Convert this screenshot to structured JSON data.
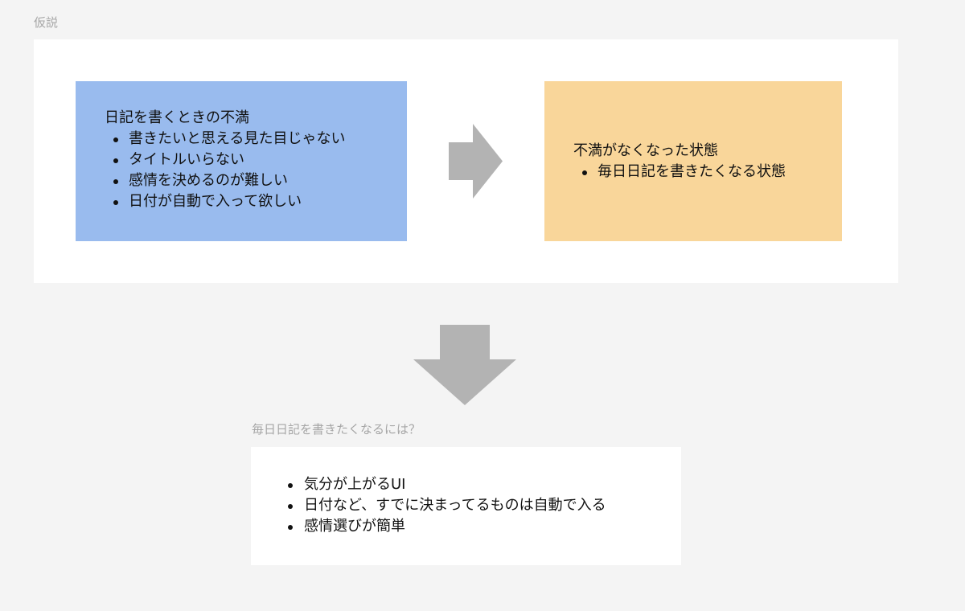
{
  "labels": {
    "hypothesis": "仮説",
    "question": "毎日日記を書きたくなるには？"
  },
  "current_card": {
    "title": "日記を書くときの不満",
    "items": [
      "書きたいと思える見た目じゃない",
      "タイトルいらない",
      "感情を決めるのが難しい",
      "日付が自動で入って欲しい"
    ],
    "color": "#99bbee"
  },
  "goal_card": {
    "title": "不満がなくなった状態",
    "items": [
      "毎日日記を書きたくなる状態"
    ],
    "color": "#f9d69a"
  },
  "ideas": {
    "items": [
      "気分が上がるUI",
      "日付など、すでに決まってるものは自動で入る",
      "感情選びが簡単"
    ]
  },
  "colors": {
    "background": "#f4f4f4",
    "panel": "#ffffff",
    "arrow": "#b3b3b3",
    "label": "#a6a6a6"
  },
  "icons": {
    "arrow_right": "arrow-right-icon",
    "arrow_down": "arrow-down-icon"
  }
}
